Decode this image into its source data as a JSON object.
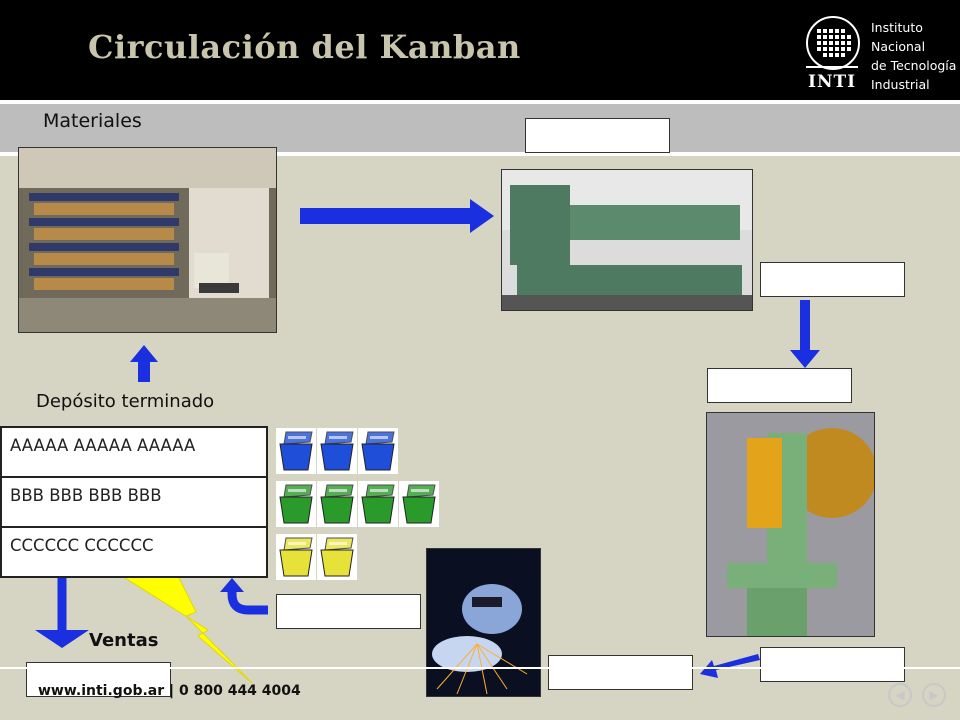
{
  "header": {
    "title": "Circulación del Kanban",
    "logo": {
      "name": "INTI",
      "lines": [
        "Instituto",
        "Nacional",
        "de Tecnología",
        "Industrial"
      ]
    }
  },
  "labels": {
    "materiales": "Materiales",
    "deposito": "Depósito terminado",
    "ventas": "Ventas"
  },
  "inventory_table": {
    "rows": [
      "AAAAA AAAAA AAAAA",
      "BBB BBB BBB BBB",
      "CCCCCC CCCCCC"
    ]
  },
  "bins": {
    "row_a": {
      "count": 3,
      "color": "#1f4fd8"
    },
    "row_b": {
      "count": 4,
      "color": "#2a9a2a"
    },
    "row_c": {
      "count": 2,
      "color": "#e6e23a"
    }
  },
  "footer": {
    "url_text": "www.inti.gob.ar | 0 800 444 4004"
  },
  "colors": {
    "arrow_blue": "#1a2fe0",
    "lightning": "#ffff00"
  }
}
